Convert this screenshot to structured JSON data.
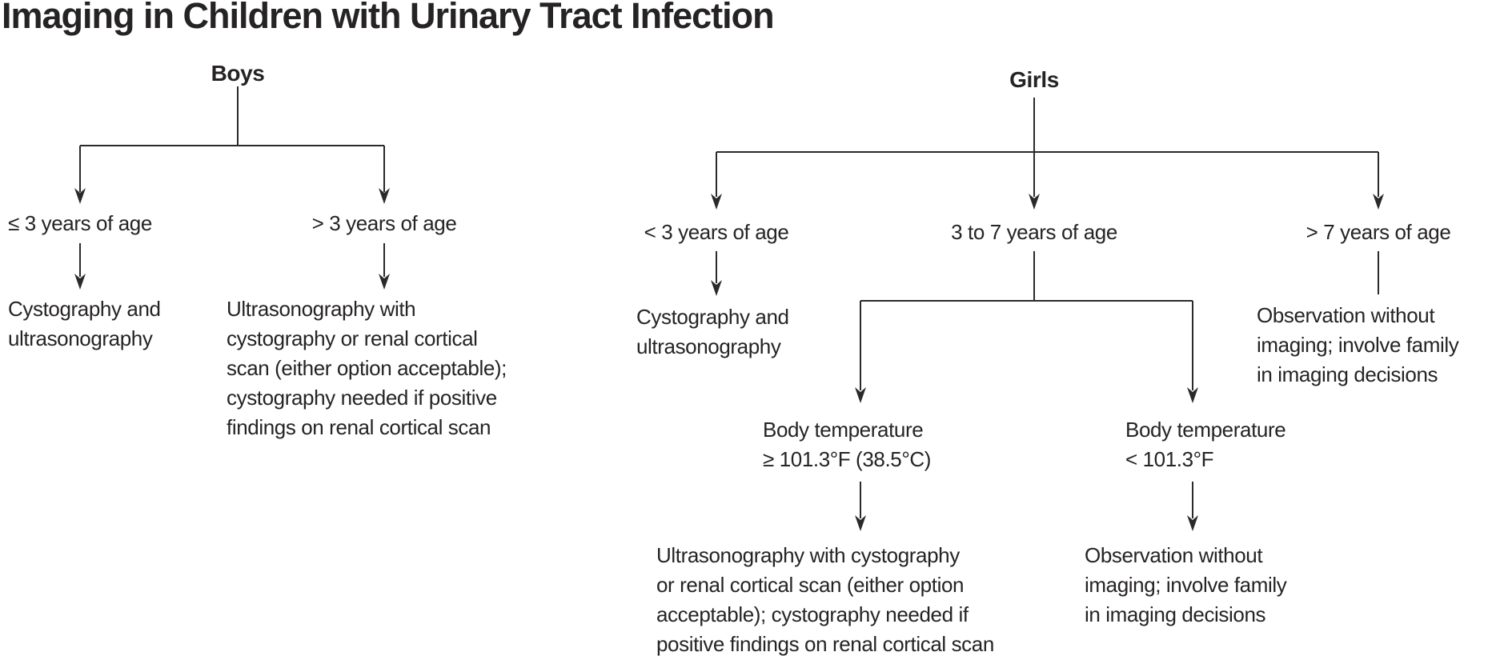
{
  "title": "Imaging in Children with Urinary Tract Infection",
  "colors": {
    "text": "#262324",
    "line": "#2b2a29",
    "background": "#ffffff"
  },
  "boys_tree": {
    "root": "Boys",
    "branches": [
      {
        "label": "≤ 3 years of age",
        "result": "Cystography and\nultrasonography"
      },
      {
        "label": "> 3 years of age",
        "result": "Ultrasonography with\ncystography or renal cortical\nscan (either option acceptable);\ncystography needed if positive\nfindings on renal cortical scan"
      }
    ]
  },
  "girls_tree": {
    "root": "Girls",
    "branches": [
      {
        "label": "< 3 years of age",
        "result": "Cystography and\nultrasonography"
      },
      {
        "label": "3 to 7 years of age",
        "sub_branches": [
          {
            "label": "Body temperature\n≥ 101.3°F (38.5°C)",
            "result": "Ultrasonography with cystography\nor renal cortical scan (either option\nacceptable); cystography needed if\npositive findings on renal cortical scan"
          },
          {
            "label": "Body temperature\n< 101.3°F",
            "result": "Observation without\nimaging; involve family\nin imaging decisions"
          }
        ]
      },
      {
        "label": "> 7 years of age",
        "result": "Observation without\nimaging; involve family\nin imaging decisions"
      }
    ]
  }
}
